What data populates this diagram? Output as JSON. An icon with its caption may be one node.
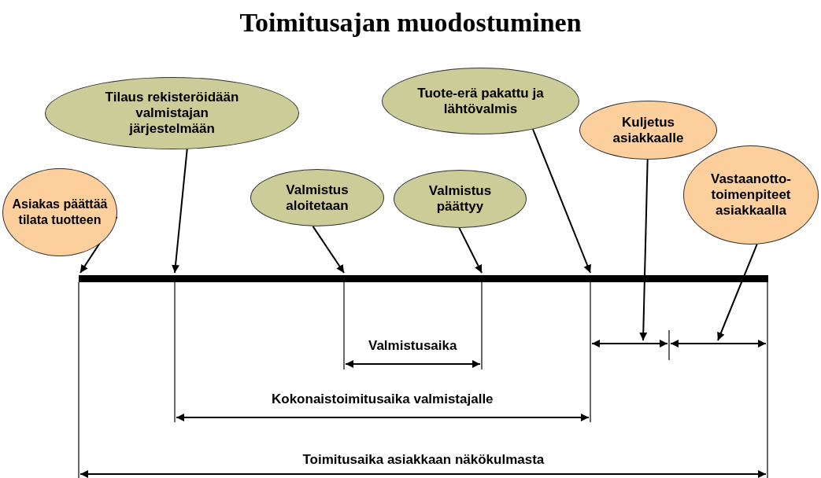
{
  "diagram": {
    "title": "Toimitusajan muodostuminen",
    "nodes": [
      {
        "text": [
          "Asiakas päättää tilata tuotteen"
        ]
      },
      {
        "text": [
          "Tilaus rekisteröidään valmistajan järjestelmään"
        ]
      },
      {
        "text": [
          "Valmistus aloitetaan"
        ]
      },
      {
        "text": [
          "Valmistus päättyy"
        ]
      },
      {
        "text": [
          "Tuote-erä pakattu ja lähtövalmis"
        ]
      },
      {
        "text": [
          "Kuljetus asiakkaalle"
        ]
      },
      {
        "text": [
          "Vastaanotto-toimenpiteet asiakkaalla"
        ]
      }
    ],
    "edges": [
      {
        "from": 0,
        "to": null,
        "arrow": "to"
      },
      {
        "from": 1,
        "to": null,
        "arrow": "to"
      },
      {
        "from": 2,
        "to": null,
        "arrow": "to"
      },
      {
        "from": 3,
        "to": null,
        "arrow": "to"
      },
      {
        "from": 4,
        "to": null,
        "arrow": "to"
      },
      {
        "from": 5,
        "to": null,
        "arrow": "to"
      },
      {
        "from": 6,
        "to": null,
        "arrow": "to"
      }
    ],
    "labels": [
      "Valmistusaika",
      "Kokonaistoimitusaika valmistajalle",
      "Toimitusaika asiakkaan näkökulmasta"
    ]
  }
}
